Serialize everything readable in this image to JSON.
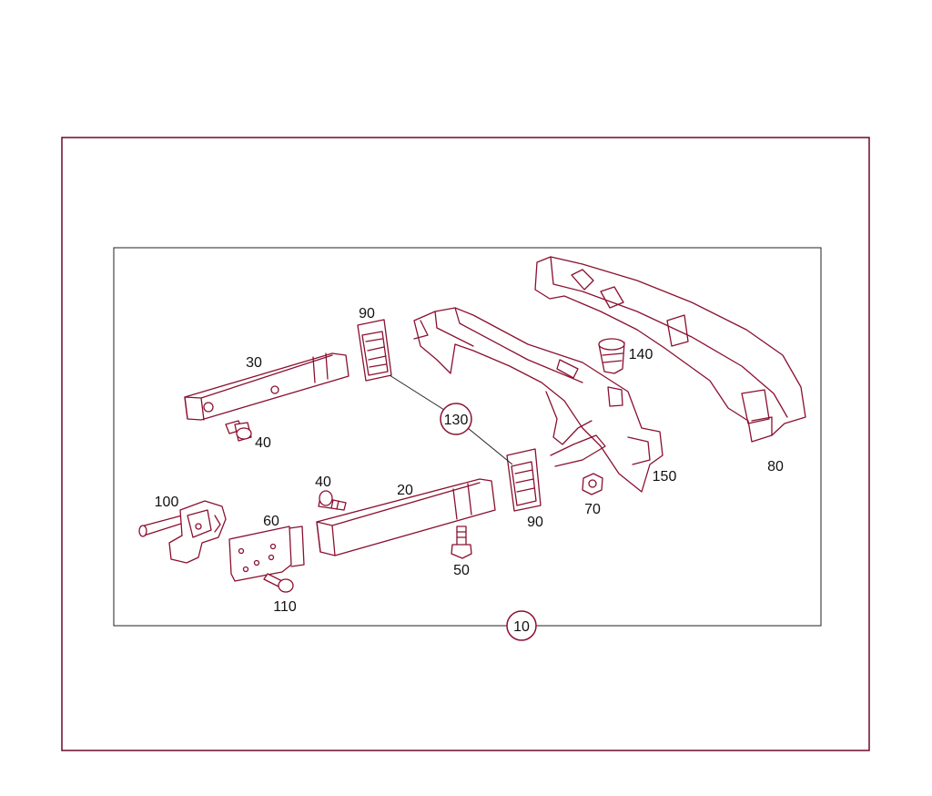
{
  "colors": {
    "line": "#8a1030",
    "text": "#111111",
    "background": "#ffffff"
  },
  "callouts": {
    "assembly": "10",
    "crossmember_right": "20",
    "crossmember_left": "30",
    "bolt_upper_left": "40",
    "bolt_lower": "40",
    "bolt_vertical": "50",
    "mounting_plate": "60",
    "nut": "70",
    "bumper_absorber": "80",
    "cover_upper": "90",
    "cover_lower": "90",
    "sensor_bracket": "100",
    "bolt_plate": "110",
    "set_130": "130",
    "socket": "140",
    "carrier_wiring": "150"
  }
}
